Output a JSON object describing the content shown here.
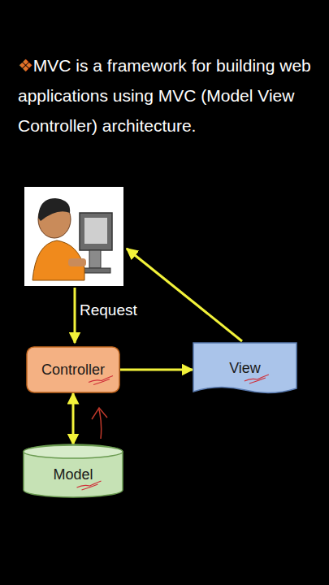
{
  "diagram": {
    "title": "MVC is a framework for building web applications using MVC (Model View Controller) architecture.",
    "nodes": [
      {
        "text": [
          "Controller"
        ]
      },
      {
        "text": [
          "View"
        ]
      },
      {
        "text": [
          "Model"
        ]
      }
    ],
    "edges": [
      {
        "from": 0,
        "to": 1,
        "arrow": "to"
      },
      {
        "from": 0,
        "to": 2,
        "arrow": "both"
      }
    ],
    "labels": [
      "❖",
      "Request"
    ]
  }
}
